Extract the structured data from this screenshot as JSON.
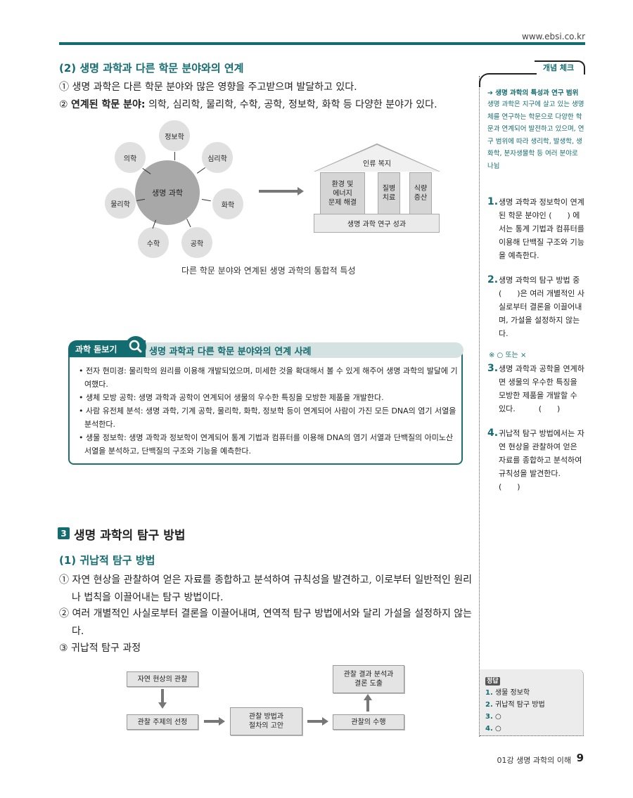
{
  "header": {
    "url": "www.ebsi.co.kr"
  },
  "section2": {
    "title": "(2) 생명 과학과 다른 학문 분야와의 연계",
    "items": [
      {
        "num": "①",
        "label": "",
        "text": "생명 과학은 다른 학문 분야와 많은 영향을 주고받으며 발달하고 있다."
      },
      {
        "num": "②",
        "label": "연계된 학문 분야:",
        "text": "의학, 심리학, 물리학, 수학, 공학, 정보학, 화학 등 다양한 분야가 있다."
      }
    ]
  },
  "figure1": {
    "center": "생명 과학",
    "fields": [
      "정보학",
      "의학",
      "심리학",
      "물리학",
      "화학",
      "수학",
      "공학"
    ],
    "temple": {
      "roof": "인류 복지",
      "columns": [
        "환경 및\n에너지\n문제 해결",
        "질병\n치료",
        "식량\n증산"
      ],
      "base": "생명 과학 연구 성과"
    },
    "caption": "다른 학문 분야와 연계된 생명 과학의 통합적 특성"
  },
  "science_box": {
    "tab": "과학 돋보기",
    "icon": "magnifier-icon",
    "title": "생명 과학과 다른 학문 분야와의 연계 사례",
    "items": [
      "전자 현미경: 물리학의 원리를 이용해 개발되었으며, 미세한 것을 확대해서 볼 수 있게 해주어 생명 과학의 발달에 기여했다.",
      "생체 모방 공학: 생명 과학과 공학이 연계되어 생물의 우수한 특징을 모방한 제품을 개발한다.",
      "사람 유전체 분석: 생명 과학, 기계 공학, 물리학, 화학, 정보학 등이 연계되어 사람이 가진 모든 DNA의 염기 서열을 분석한다.",
      "생물 정보학: 생명 과학과 정보학이 연계되어 통계 기법과 컴퓨터를 이용해 DNA의 염기 서열과 단백질의 아미노산 서열을 분석하고, 단백질의 구조와 기능을 예측한다."
    ]
  },
  "section3": {
    "badge": "3",
    "title": "생명 과학의 탐구 방법",
    "sub1": {
      "title": "(1) 귀납적 탐구 방법",
      "items": [
        {
          "num": "①",
          "text": "자연 현상을 관찰하여 얻은 자료를 종합하고 분석하여 규칙성을 발견하고, 이로부터 일반적인 원리나 법칙을 이끌어내는 탐구 방법이다."
        },
        {
          "num": "②",
          "text": "여러 개별적인 사실로부터 결론을 이끌어내며, 연역적 탐구 방법에서와 달리 가설을 설정하지 않는다."
        },
        {
          "num": "③",
          "text": "귀납적 탐구 과정"
        }
      ]
    },
    "flow": {
      "steps": [
        "자연 현상의 관찰",
        "관찰 주제의 선정",
        "관찰 방법과\n절차의 고안",
        "관찰의 수행",
        "관찰 결과 분석과\n결론 도출"
      ]
    }
  },
  "sidebar": {
    "tab": "개념 체크",
    "concept_title": "➔ 생명 과학의 특성과 연구 범위",
    "concept_text": "생명 과학은 지구에 살고 있는 생명체를 연구하는 학문으로 다양한 학문과 연계되어 발전하고 있으며, 연구 범위에 따라 생리학, 발생학, 생화학, 분자생물학 등 여러 분야로 나뉨",
    "questions": [
      {
        "num": "1.",
        "text": "생명 과학과 정보학이 연계된 학문 분야인 (　　) 에서는 통계 기법과 컴퓨터를 이용해 단백질 구조와 기능을 예측한다."
      },
      {
        "num": "2.",
        "text": "생명 과학의 탐구 방법 중 (　　)은 여러 개별적인 사실로부터 결론을 이끌어내며, 가설을 설정하지 않는다."
      },
      {
        "num": "3.",
        "text": "생명 과학과 공학을 연계하면 생물의 우수한 특징을 모방한 제품을 개발할 수 있다.　　　(　　)"
      },
      {
        "num": "4.",
        "text": "귀납적 탐구 방법에서는 자연 현상을 관찰하여 얻은 자료를 종합하고 분석하여 규칙성을 발견한다.　　　　　　(　　)"
      }
    ],
    "ox_note": "※ ○ 또는 ×",
    "answers": {
      "tag": "정답",
      "items": [
        {
          "num": "1.",
          "text": "생물 정보학"
        },
        {
          "num": "2.",
          "text": "귀납적 탐구 방법"
        },
        {
          "num": "3.",
          "text": "○"
        },
        {
          "num": "4.",
          "text": "○"
        }
      ]
    }
  },
  "footer": {
    "chapter": "01강 생명 과학의 이해",
    "page": "9"
  }
}
